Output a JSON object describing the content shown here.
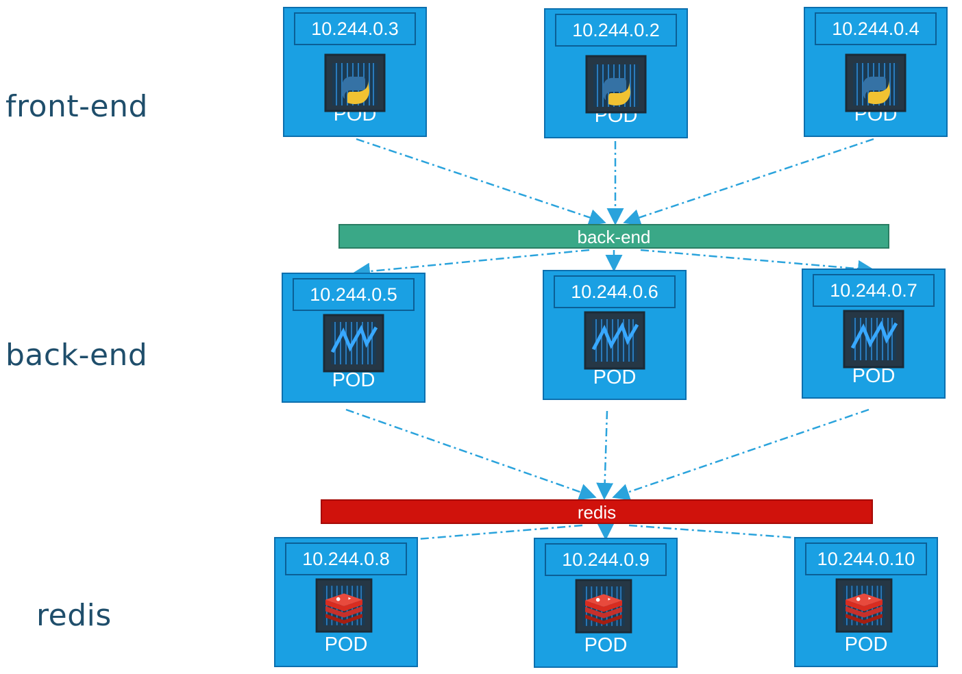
{
  "tiers": [
    {
      "label": "front-end",
      "icon": "python-icon",
      "pods": [
        {
          "ip": "10.244.0.3",
          "label": "POD"
        },
        {
          "ip": "10.244.0.2",
          "label": "POD"
        },
        {
          "ip": "10.244.0.4",
          "label": "POD"
        }
      ]
    },
    {
      "label": "back-end",
      "icon": "wave-icon",
      "pods": [
        {
          "ip": "10.244.0.5",
          "label": "POD"
        },
        {
          "ip": "10.244.0.6",
          "label": "POD"
        },
        {
          "ip": "10.244.0.7",
          "label": "POD"
        }
      ]
    },
    {
      "label": "redis",
      "icon": "redis-icon",
      "pods": [
        {
          "ip": "10.244.0.8",
          "label": "POD"
        },
        {
          "ip": "10.244.0.9",
          "label": "POD"
        },
        {
          "ip": "10.244.0.10",
          "label": "POD"
        }
      ]
    }
  ],
  "services": [
    {
      "label": "back-end",
      "color": "#3aa887"
    },
    {
      "label": "redis",
      "color": "#d0120c"
    }
  ],
  "colors": {
    "pod": "#1aa0e3",
    "connector": "#2aa3dc",
    "label": "#1f4e6b"
  }
}
